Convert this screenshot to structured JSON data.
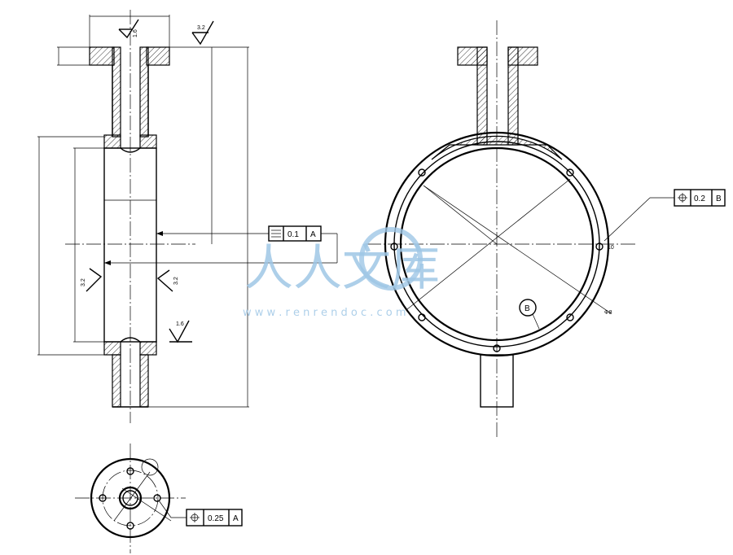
{
  "roughness_marks": {
    "r1": "1.6",
    "r2": "3.2",
    "r3": "3.2",
    "r4": "3.2",
    "r5": "1.6"
  },
  "tolerance_frames": {
    "flatness": {
      "symbol": "flatness-icon",
      "value": "0.1",
      "datum": "A"
    },
    "position_right": {
      "symbol": "position-icon",
      "value": "0.2",
      "datum": "B"
    },
    "position_bottom": {
      "symbol": "position-icon",
      "value": "0.25",
      "datum": "A"
    }
  },
  "labels": {
    "balloon": "B",
    "small_dim_right": "10",
    "small_dim_low": "Φ8"
  },
  "watermark": {
    "cn": "人人文库",
    "url": "w w w . r e n r e n d o c . c o m"
  }
}
